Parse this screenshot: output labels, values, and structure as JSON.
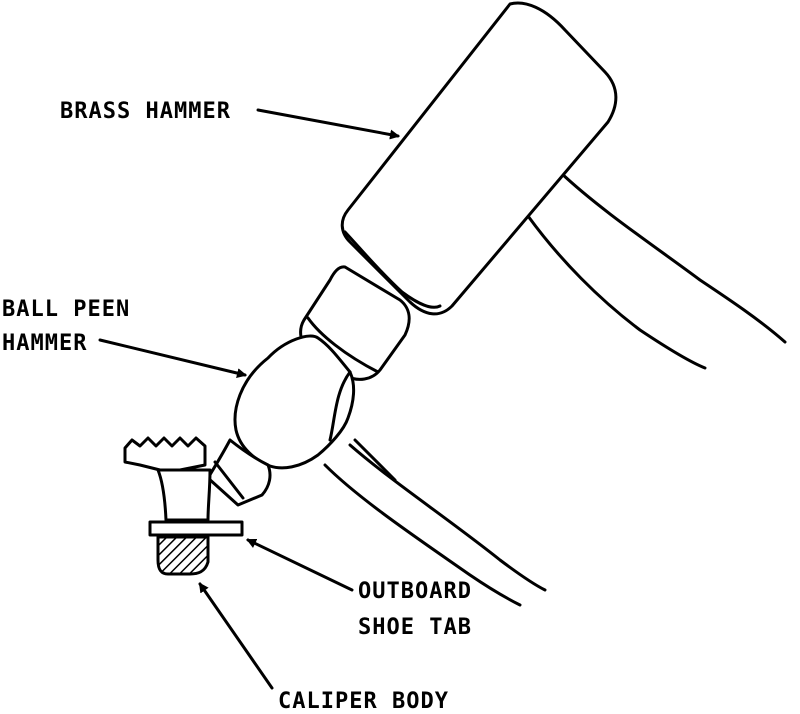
{
  "labels": {
    "brass_hammer": "BRASS HAMMER",
    "ball_peen_line1": "BALL PEEN",
    "ball_peen_line2": "HAMMER",
    "outboard_line1": "OUTBOARD",
    "outboard_line2": "SHOE TAB",
    "caliper_body": "CALIPER BODY"
  },
  "colors": {
    "ink": "#000000",
    "background": "#ffffff"
  }
}
